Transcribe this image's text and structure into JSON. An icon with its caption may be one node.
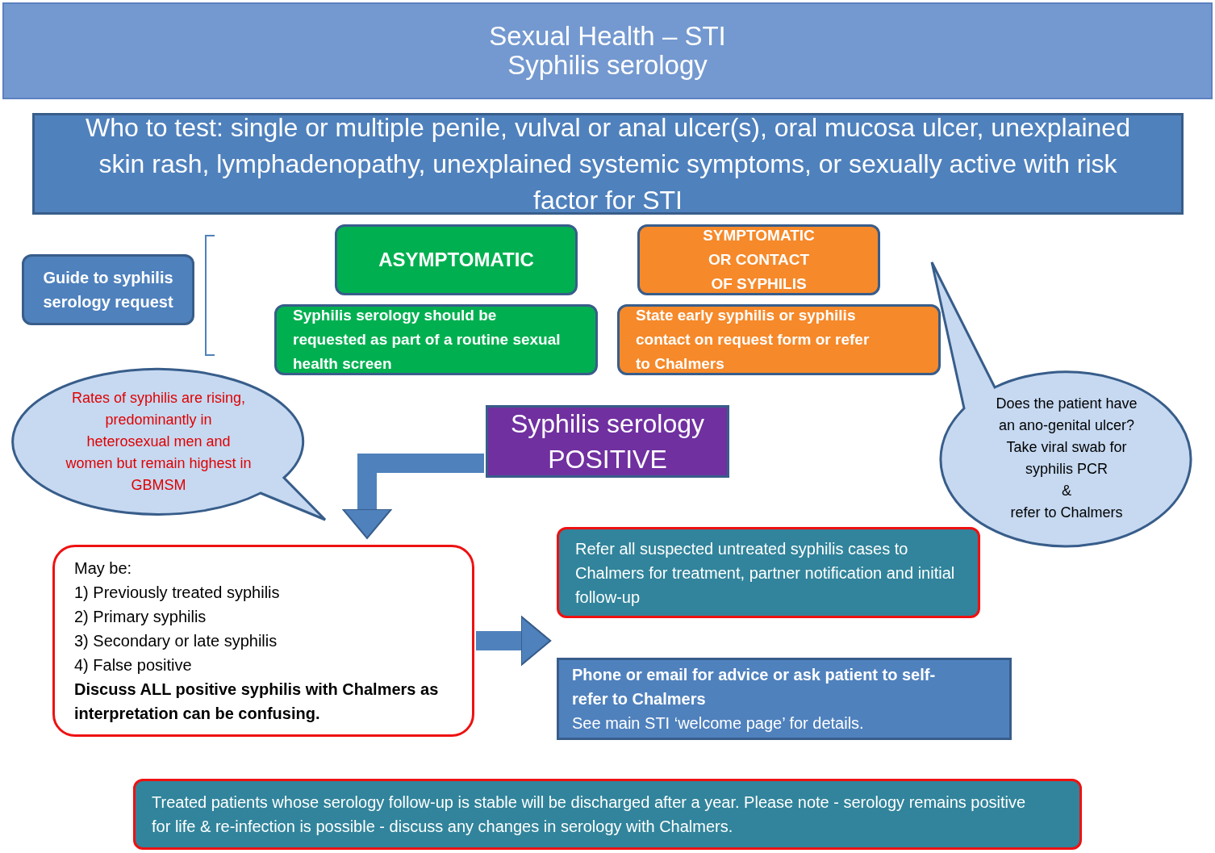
{
  "diagram": {
    "nodes": [
      {
        "text": [
          "Sexual Health – STI Syphilis serology"
        ]
      },
      {
        "text": [
          "Who to test: single or multiple penile, vulval or anal ulcer(s), oral mucosa ulcer, unexplained skin rash, lymphadenopathy, unexplained systemic symptoms, or sexually active with risk factor for STI"
        ]
      },
      {
        "text": [
          "Guide to syphilis serology request"
        ]
      },
      {
        "text": [
          "ASYMPTOMATIC"
        ]
      },
      {
        "text": [
          "SYMPTOMATIC OR CONTACT OF SYPHILIS"
        ]
      },
      {
        "text": [
          "Syphilis serology should be requested as part of a routine sexual health screen"
        ]
      },
      {
        "text": [
          "State early syphilis or syphilis contact on request form or refer to Chalmers"
        ]
      },
      {
        "text": [
          "Does the patient have an ano-genital ulcer?",
          "Take viral swab for syphilis PCR",
          "&",
          "refer to Chalmers"
        ]
      },
      {
        "text": [
          "Rates of syphilis are rising, predominantly in heterosexual men and women but remain highest in GBMSM"
        ]
      },
      {
        "text": [
          "Syphilis serology",
          "POSITIVE"
        ]
      },
      {
        "text": [
          "May be:",
          "1) Previously treated syphilis",
          "2) Primary syphilis",
          "3) Secondary or late syphilis",
          "4) False positive",
          "Discuss ALL positive syphilis with Chalmers as interpretation can be confusing."
        ]
      },
      {
        "text": [
          "Refer all suspected untreated syphilis cases to Chalmers for treatment, partner notification and initial follow-up"
        ]
      },
      {
        "text": [
          "Phone or email for advice or ask patient to self-refer to Chalmers",
          "See main STI ‘welcome page’ for details."
        ]
      },
      {
        "text": [
          "Treated patients whose serology follow-up is stable will be discharged after a year. Please note - serology remains positive for life & re-infection is possible - discuss any changes in serology with Chalmers."
        ]
      }
    ],
    "edges": [
      {
        "from": 9,
        "to": 10,
        "arrow": "to"
      },
      {
        "from": 10,
        "to": 11,
        "arrow": "to"
      },
      {
        "from": 10,
        "to": 12,
        "arrow": "to"
      }
    ]
  }
}
